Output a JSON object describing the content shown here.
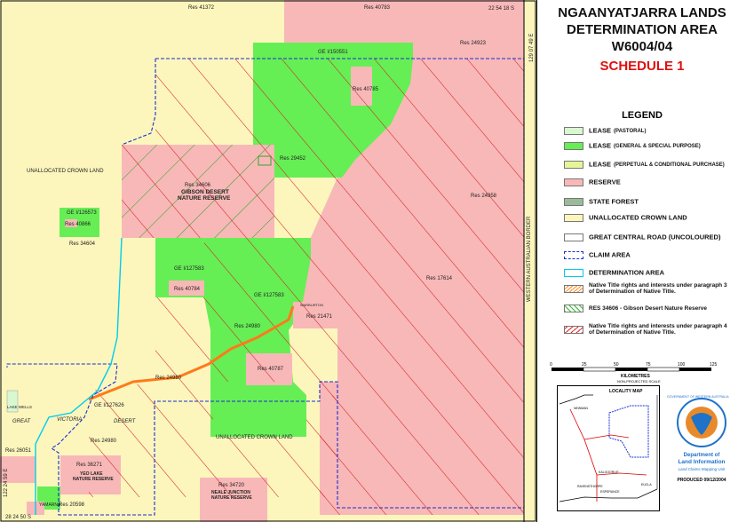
{
  "title": {
    "line1": "NGAANYATJARRA LANDS",
    "line2": "DETERMINATION AREA",
    "line3": "W6004/04",
    "schedule": "SCHEDULE 1"
  },
  "legend": {
    "heading": "LEGEND",
    "items": [
      {
        "label": "LEASE",
        "sub": "(PASTORAL)",
        "color": "#d9f7d0"
      },
      {
        "label": "LEASE",
        "sub": "(GENERAL & SPECIAL PURPOSE)",
        "color": "#66ee55"
      },
      {
        "label": "LEASE",
        "sub": "(PERPETUAL & CONDITIONAL PURCHASE)",
        "color": "#e6f59a"
      },
      {
        "label": "RESERVE",
        "sub": "",
        "color": "#f8b8b8"
      },
      {
        "label": "STATE FOREST",
        "sub": "",
        "color": "#99bb99"
      },
      {
        "label": "UNALLOCATED CROWN LAND",
        "sub": "",
        "color": "#fcf6bd"
      },
      {
        "label": "GREAT CENTRAL ROAD (UNCOLOURED)",
        "sub": "",
        "color": "#ffffff"
      },
      {
        "label": "CLAIM AREA",
        "sub": "",
        "color": "#1a2fd0"
      },
      {
        "label": "DETERMINATION AREA",
        "sub": "",
        "color": "#00ccee"
      },
      {
        "label": "Native Title rights and interests under paragraph 3 of Determination of Native Title.",
        "sub": "",
        "color": "#ff8a2a"
      },
      {
        "label": "RES 34606 - Gibson Desert Nature Reserve",
        "sub": "",
        "color": "#33bb33"
      },
      {
        "label": "Native Title rights and interests under paragraph 4 of Determination of Native Title.",
        "sub": "",
        "color": "#e02020"
      }
    ]
  },
  "scale": {
    "label": "KILOMETRES",
    "ticks": [
      "0",
      "25",
      "50",
      "75",
      "100",
      "125"
    ],
    "note": "NON-PROJECTED SCALE"
  },
  "locality": {
    "title": "LOCALITY MAP",
    "places": [
      "NEWMAN",
      "KALGOORLIE",
      "EUCLA",
      "ESPERANCE",
      "RAVENSTHORPE"
    ]
  },
  "logo": {
    "line1": "Department of",
    "line2": "Land Information",
    "line3": "Land Claims Mapping Unit",
    "produced": "PRODUCED 09/12/2004",
    "ring": "GOVERNMENT OF WESTERN AUSTRALIA"
  },
  "map_labels": {
    "coord_tr": "22 54 18 S",
    "coord_right": "129 07 49 E",
    "coord_left": "122 24 59 E",
    "coord_bl": "28 24 50 S",
    "border": "WESTERN AUSTRALIAN BORDER",
    "ucl1": "UNALLOCATED CROWN LAND",
    "ucl2": "UNALLOCATED CROWN LAND",
    "res_41372": "Res 41372",
    "res_40783": "Res 40783",
    "res_24923": "Res 24923",
    "ge_150551": "GE I/150551",
    "res_40785": "Res 40785",
    "res_29452": "Res 29452",
    "res_34606": "Res 34606",
    "gibson1": "GIBSON DESERT",
    "gibson2": "NATURE RESERVE",
    "ge_126573": "GE I/126573",
    "res_40866": "Res 40866",
    "res_34604": "Res 34604",
    "res_24958": "Res 24958",
    "ge_127583a": "GE I/127583",
    "res_40784": "Res 40784",
    "ge_127583b": "GE I/127583",
    "warburton": "WARBURTON",
    "res_17614": "Res 17614",
    "res_21471": "Res 21471",
    "res_24980a": "Res 24980",
    "res_24980b": "Res 24980",
    "res_24980c": "Res 24980",
    "res_40787": "Res 40787",
    "ge_127626": "GE I/127626",
    "great": "GREAT",
    "victoria": "VICTORIA",
    "desert": "DESERT",
    "res_26051": "Res 26051",
    "res_36271": "Res 36271",
    "yeo1": "YEO LAKE",
    "yeo2": "NATURE RESERVE",
    "res_34720": "Res 34720",
    "neale1": "NEALE JUNCTION",
    "neale2": "NATURE RESERVE",
    "yamarna": "YAMARNA",
    "res_20598": "Res 20598",
    "lake_wells": "LAKE WELLS"
  }
}
